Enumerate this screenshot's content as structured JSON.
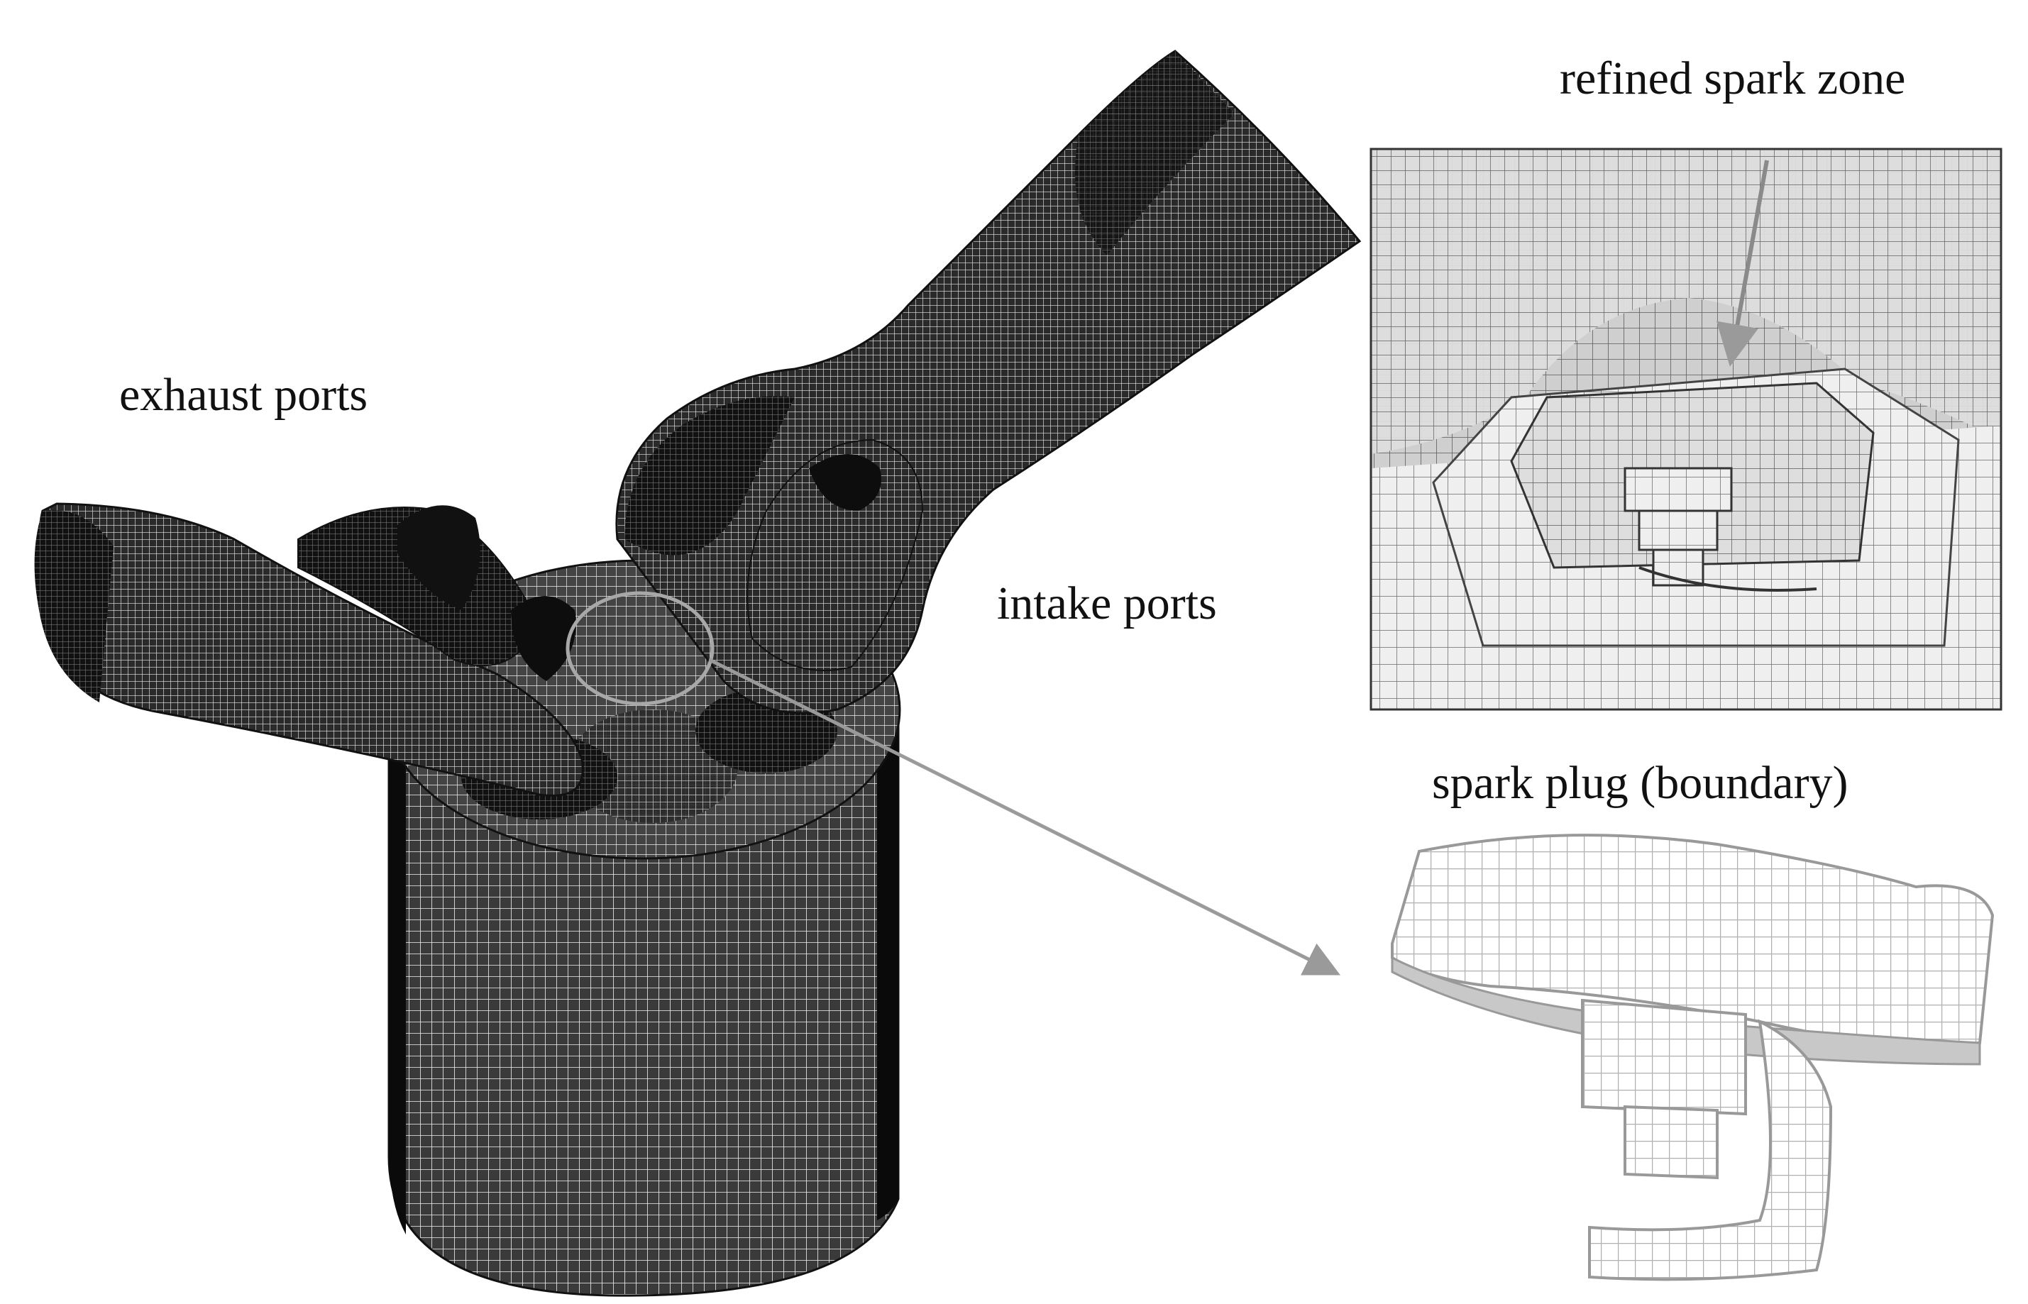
{
  "labels": {
    "exhaust_ports": "exhaust ports",
    "intake_ports": "intake ports",
    "refined_spark_zone": "refined spark zone",
    "spark_plug_boundary": "spark plug (boundary)"
  },
  "colors": {
    "background": "#ffffff",
    "mesh_dark": "#1a1a1a",
    "mesh_mid": "#3a3a3a",
    "inset_fill": "#d9d9d9",
    "inset_light": "#eeeeee",
    "grid_line": "#555555",
    "arrow": "#9a9a9a",
    "callout_circle": "#a8a8a8",
    "wireframe": "#b0b0b0"
  }
}
